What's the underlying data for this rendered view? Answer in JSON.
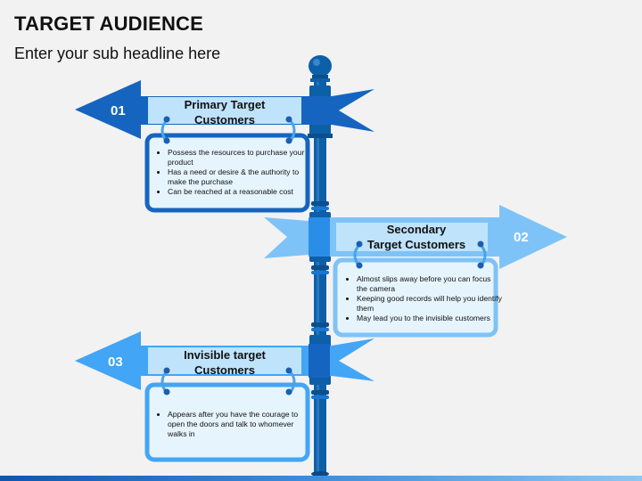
{
  "header": {
    "title": "TARGET AUDIENCE",
    "subtitle": "Enter your sub headline here"
  },
  "signs": [
    {
      "number": "01",
      "title_line1": "Primary  Target",
      "title_line2": "Customers",
      "direction": "left",
      "color": "#1565c0",
      "bullets": [
        "Possess the resources to purchase your product",
        "Has a need or desire & the authority to make the purchase",
        "Can be reached at a reasonable cost"
      ]
    },
    {
      "number": "02",
      "title_line1": "Secondary",
      "title_line2": "Target  Customers",
      "direction": "right",
      "color": "#64b5f6",
      "bullets": [
        "Almost slips away before you can focus the camera",
        "Keeping good records will help you  identify them",
        "May lead you to the invisible customers"
      ]
    },
    {
      "number": "03",
      "title_line1": "Invisible target",
      "title_line2": "Customers",
      "direction": "left",
      "color": "#42a5f5",
      "bullets": [
        "Appears after you have the courage to open the doors and talk to whomever walks in"
      ]
    }
  ],
  "colors": {
    "post": "#0d5fa8",
    "label_fill": "#bfe3fb",
    "panel_fill": "#e6f4fd",
    "ring": "#4aa3e8"
  }
}
